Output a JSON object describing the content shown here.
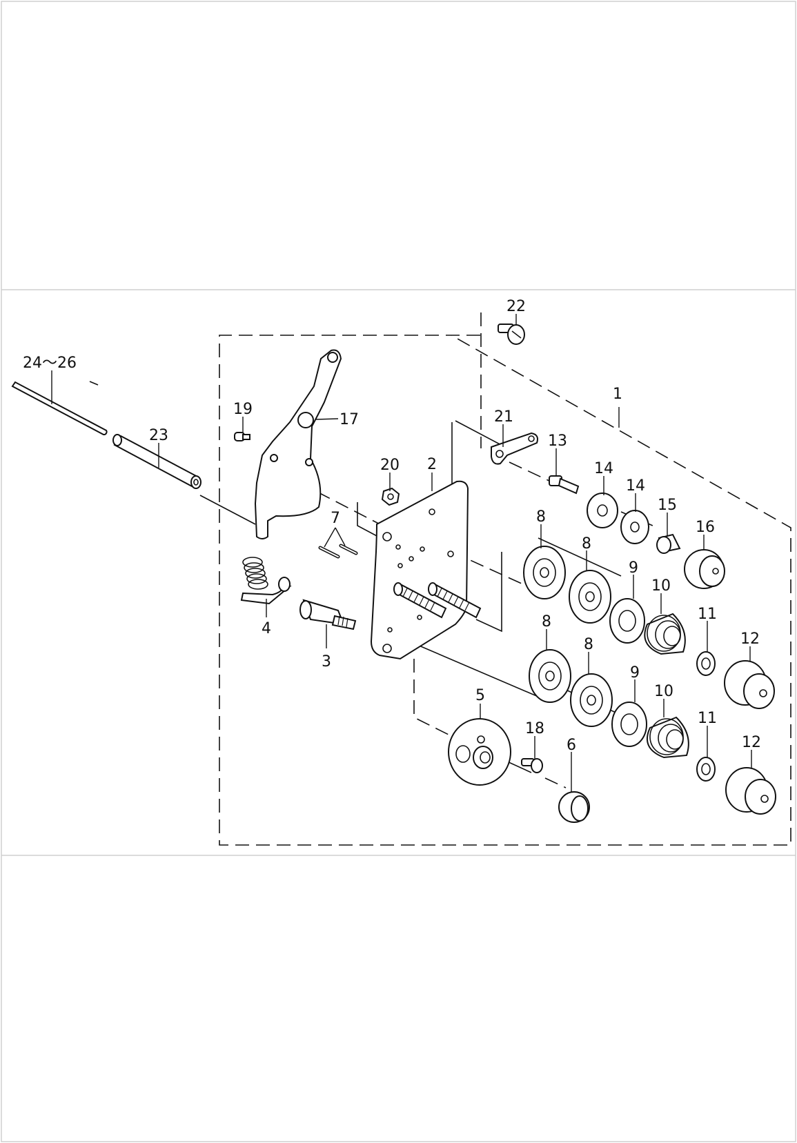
{
  "diagram": {
    "callouts": [
      {
        "id": "c1",
        "text": "1"
      },
      {
        "id": "c2",
        "text": "2"
      },
      {
        "id": "c3",
        "text": "3"
      },
      {
        "id": "c4",
        "text": "4"
      },
      {
        "id": "c5",
        "text": "5"
      },
      {
        "id": "c6",
        "text": "6"
      },
      {
        "id": "c7",
        "text": "7"
      },
      {
        "id": "c8a",
        "text": "8"
      },
      {
        "id": "c8b",
        "text": "8"
      },
      {
        "id": "c8c",
        "text": "8"
      },
      {
        "id": "c8d",
        "text": "8"
      },
      {
        "id": "c9a",
        "text": "9"
      },
      {
        "id": "c9b",
        "text": "9"
      },
      {
        "id": "c10a",
        "text": "10"
      },
      {
        "id": "c10b",
        "text": "10"
      },
      {
        "id": "c11a",
        "text": "11"
      },
      {
        "id": "c11b",
        "text": "11"
      },
      {
        "id": "c12a",
        "text": "12"
      },
      {
        "id": "c12b",
        "text": "12"
      },
      {
        "id": "c13",
        "text": "13"
      },
      {
        "id": "c14a",
        "text": "14"
      },
      {
        "id": "c14b",
        "text": "14"
      },
      {
        "id": "c15",
        "text": "15"
      },
      {
        "id": "c16",
        "text": "16"
      },
      {
        "id": "c17",
        "text": "17"
      },
      {
        "id": "c18",
        "text": "18"
      },
      {
        "id": "c19",
        "text": "19"
      },
      {
        "id": "c20",
        "text": "20"
      },
      {
        "id": "c21",
        "text": "21"
      },
      {
        "id": "c22",
        "text": "22"
      },
      {
        "id": "c23",
        "text": "23"
      },
      {
        "id": "c24",
        "text": "24〜26"
      }
    ]
  }
}
